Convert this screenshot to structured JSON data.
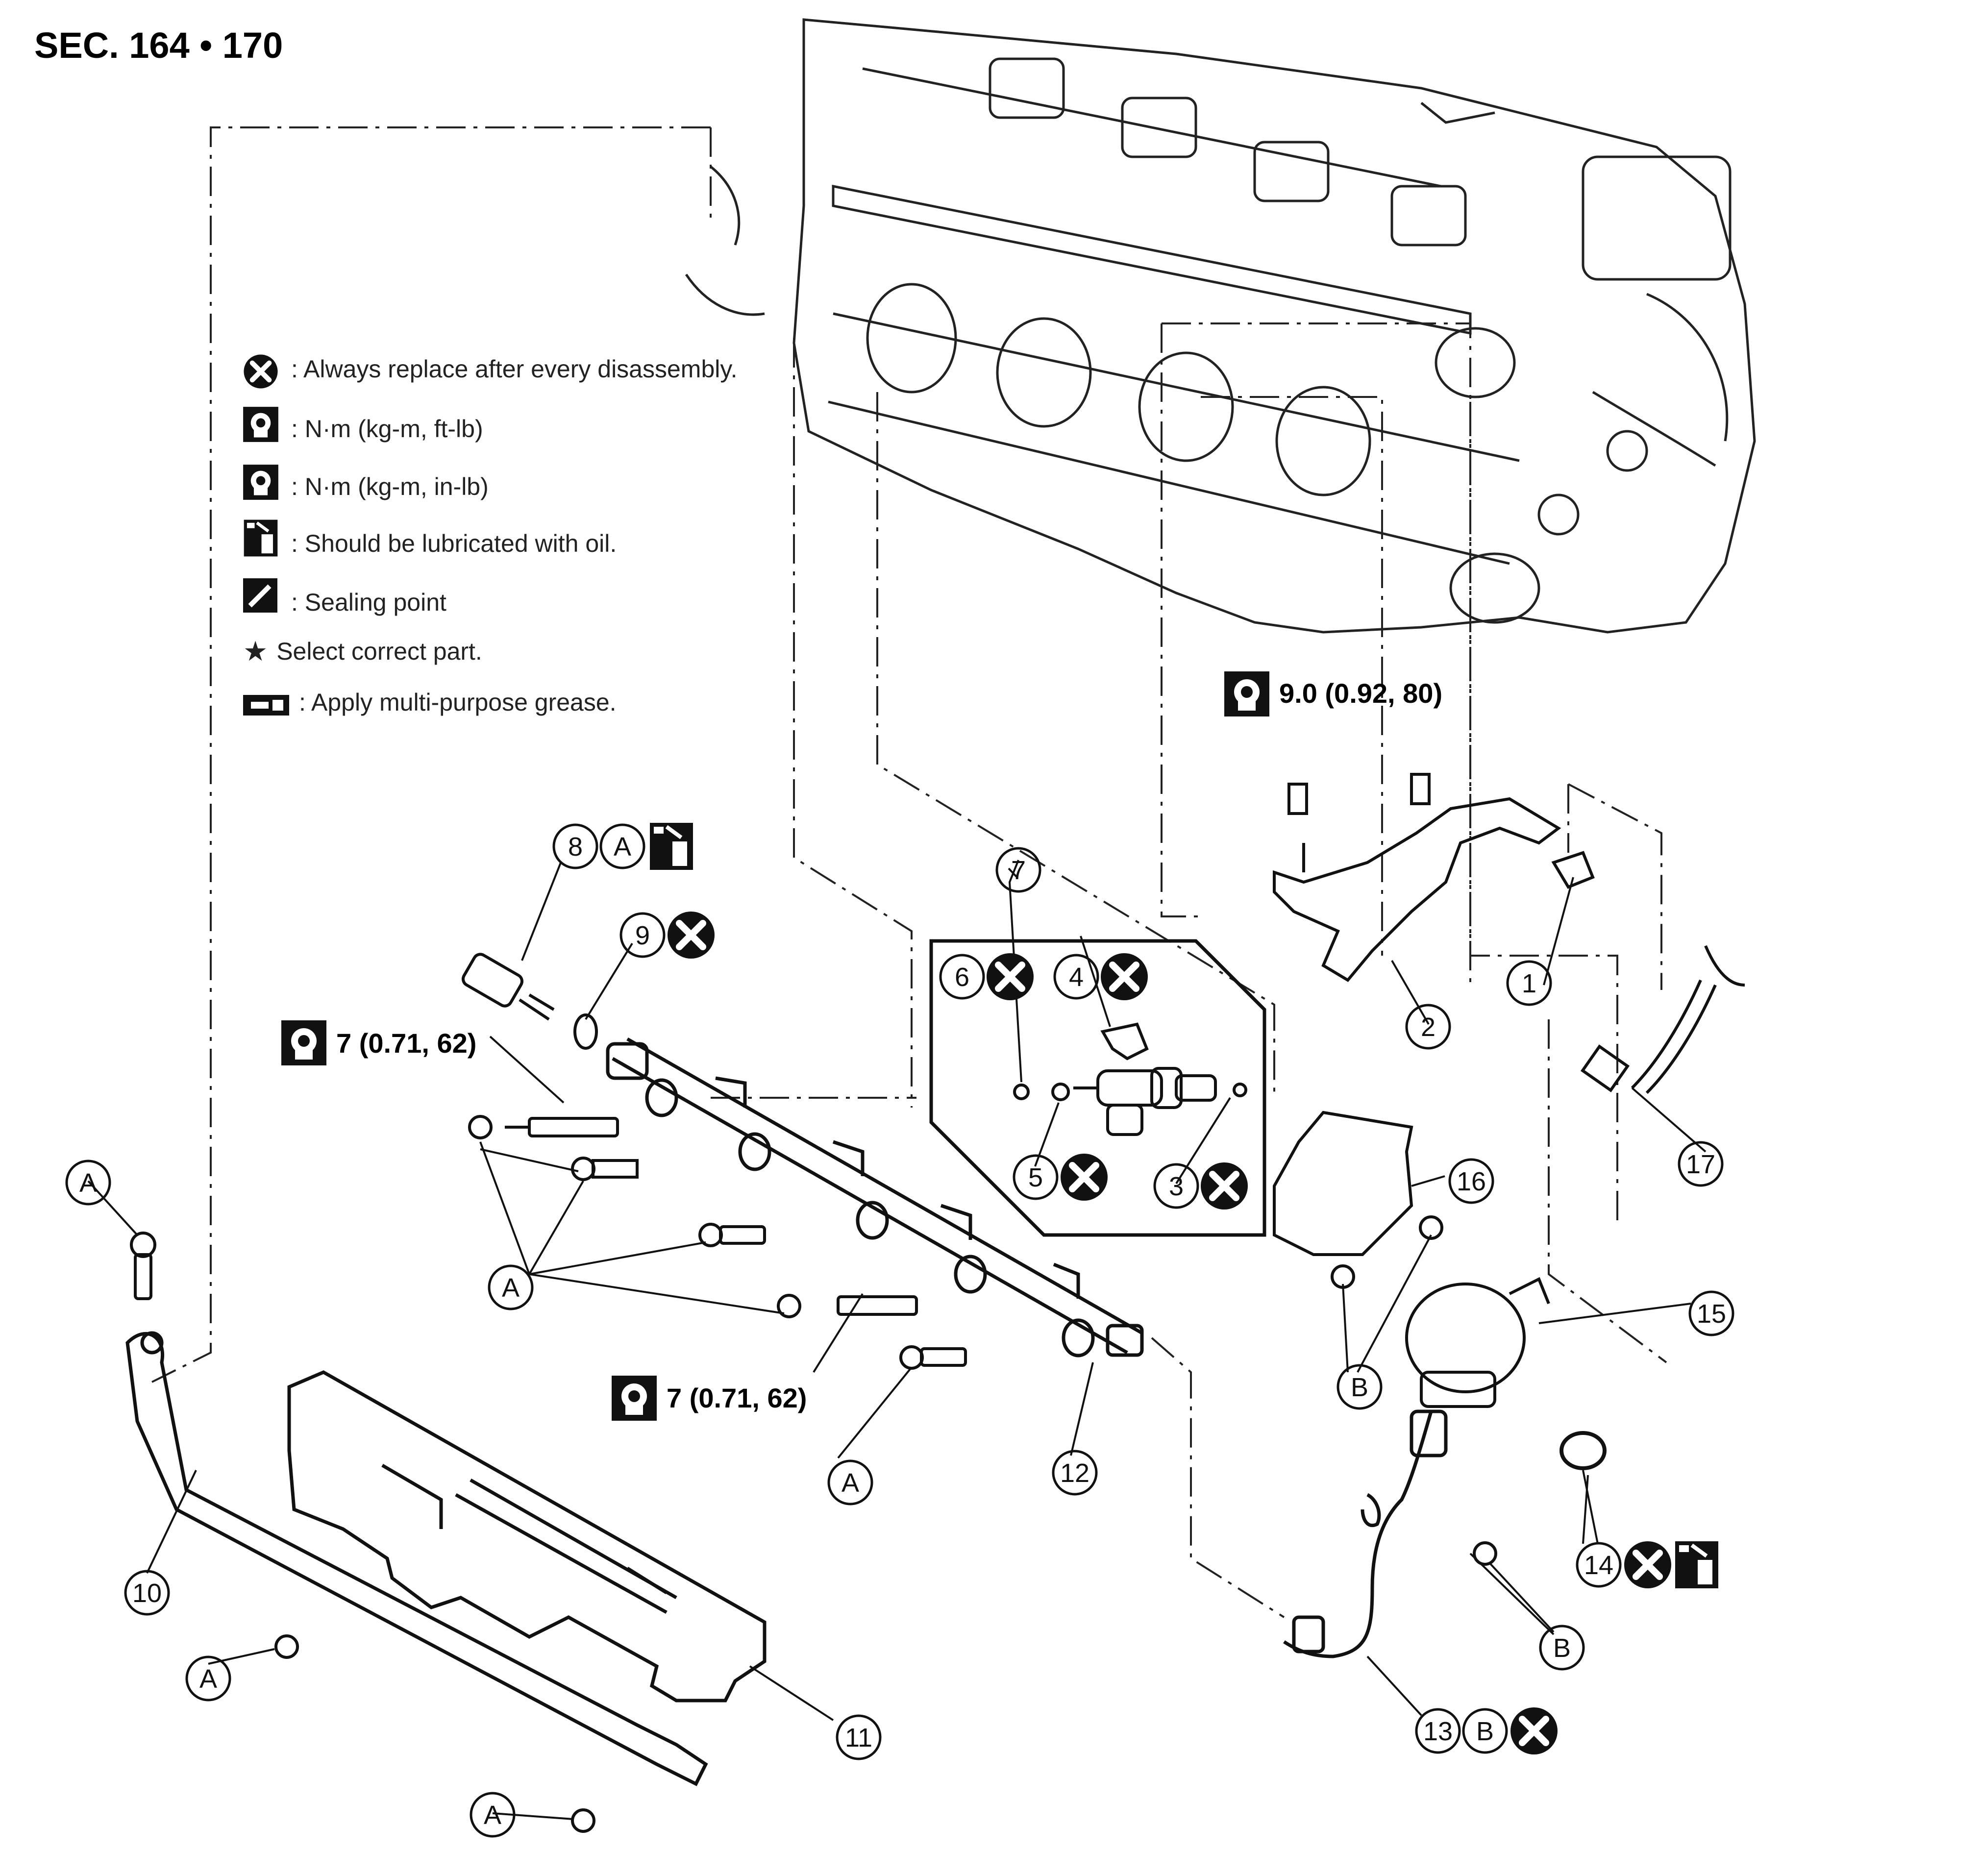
{
  "section_title": "SEC. 164 • 170",
  "legend": [
    {
      "icon": "replace-x-icon",
      "text": ": Always replace after every disassembly."
    },
    {
      "icon": "torque-ft-lb-icon",
      "text": ": N·m (kg-m, ft-lb)"
    },
    {
      "icon": "torque-in-lb-icon",
      "text": ": N·m (kg-m, in-lb)"
    },
    {
      "icon": "oil-can-icon",
      "text": ": Should be lubricated with oil."
    },
    {
      "icon": "sealing-point-icon",
      "text": ": Sealing point"
    },
    {
      "icon": "star-icon",
      "symbol": "★",
      "text": "Select correct part."
    },
    {
      "icon": "grease-gun-icon",
      "text": ": Apply multi-purpose grease."
    }
  ],
  "torque_specs": {
    "bracket_bolts": "9.0 (0.92, 80)",
    "upper_stud": "7 (0.71, 62)",
    "lower_stud": "7 (0.71, 62)"
  },
  "callouts": {
    "n1": "1",
    "n2": "2",
    "n3": "3",
    "n4": "4",
    "n5": "5",
    "n6": "6",
    "n7": "7",
    "n8": "8",
    "n9": "9",
    "n10": "10",
    "n11": "11",
    "n12": "12",
    "n13": "13",
    "n14": "14",
    "n15": "15",
    "n16": "16",
    "n17": "17",
    "a": "A",
    "b": "B"
  },
  "colors": {
    "ink": "#111111",
    "line": "#222222",
    "background": "#ffffff"
  }
}
